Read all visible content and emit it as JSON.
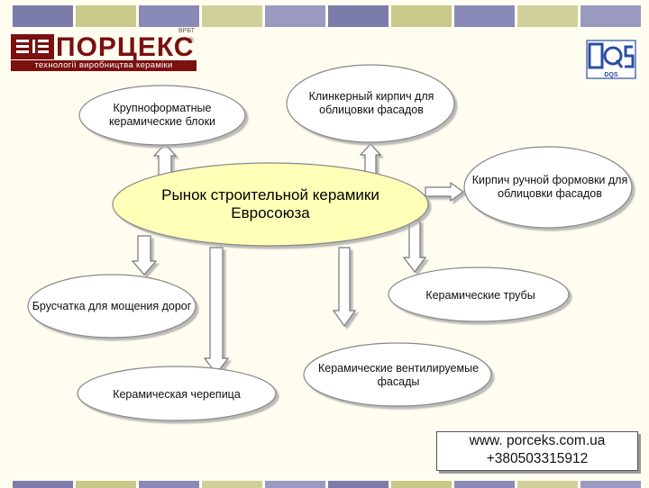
{
  "colors": {
    "stripe": [
      "#7c7cab",
      "#c9c98a",
      "#8a8ab8",
      "#d0d09a",
      "#9a9ac0"
    ],
    "bubble_fill": "#ffffff",
    "center_fill": "#ffffb8",
    "arrow_fill": "#ffffff",
    "brand": "#7a1010"
  },
  "logo": {
    "brand": "ПОРЦЕКС",
    "small_caption": "ВРБТ",
    "registered": "®",
    "tagline": "технології виробництва кераміки"
  },
  "certification_logo": {
    "icon": "dqs-logo",
    "text": "DQS"
  },
  "diagram": {
    "center": "Рынок строительной керамики Евросоюза",
    "nodes": {
      "large_blocks": "Крупноформатные керамические блоки",
      "clinker_brick": "Клинкерный кирпич для облицовки фасадов",
      "handmade_brick": "Кирпич ручной формовки для облицовки фасадов",
      "paving": "Брусчатка для мощения дорог",
      "pipes": "Керамические трубы",
      "tiles": "Керамическая черепица",
      "ventilated": "Керамические вентилируемые фасады"
    }
  },
  "contact": {
    "website": "www. porceks.com.ua",
    "phone": "+380503315912"
  }
}
